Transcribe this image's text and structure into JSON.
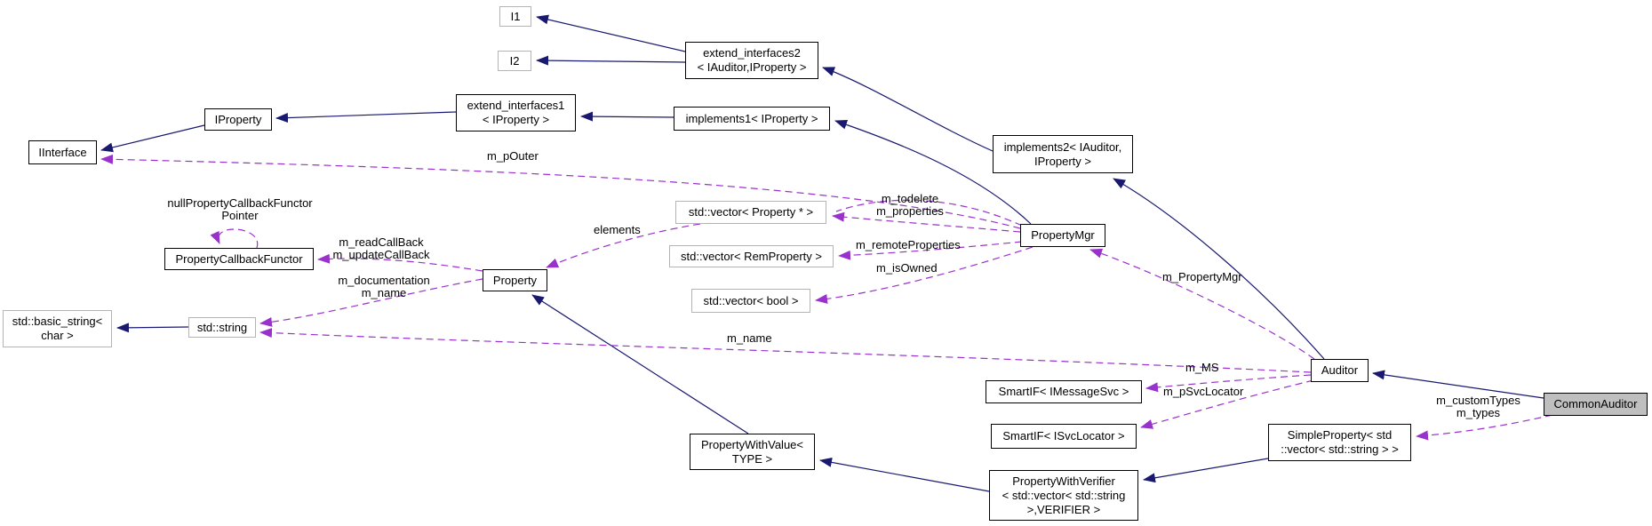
{
  "diagram": {
    "type": "doxygen-collaboration-graph",
    "focus_class": "CommonAuditor",
    "colors": {
      "inheritance_edge": "#191970",
      "usage_edge": "#9932cc",
      "node_border": "#000000",
      "external_node_border": "#b4b4b4",
      "highlight_fill": "#bfbfbf",
      "background": "#ffffff"
    },
    "nodes": {
      "i1": {
        "label": "I1"
      },
      "i2": {
        "label": "I2"
      },
      "iproperty": {
        "label": "IProperty"
      },
      "iinterface": {
        "label": "IInterface"
      },
      "extend_interfaces1": {
        "label": "extend_interfaces1\n< IProperty >"
      },
      "implements1": {
        "label": "implements1< IProperty >"
      },
      "extend_interfaces2": {
        "label": "extend_interfaces2\n< IAuditor,IProperty >"
      },
      "implements2": {
        "label": "implements2< IAuditor,\nIProperty >"
      },
      "property_mgr": {
        "label": "PropertyMgr"
      },
      "vector_property": {
        "label": "std::vector< Property * >"
      },
      "vector_remproperty": {
        "label": "std::vector< RemProperty >"
      },
      "vector_bool": {
        "label": "std::vector< bool >"
      },
      "property": {
        "label": "Property"
      },
      "property_callback_functor": {
        "label": "PropertyCallbackFunctor"
      },
      "std_string": {
        "label": "std::string"
      },
      "std_basic_string": {
        "label": "std::basic_string<\nchar >"
      },
      "auditor": {
        "label": "Auditor"
      },
      "common_auditor": {
        "label": "CommonAuditor"
      },
      "smartif_imessagesvc": {
        "label": "SmartIF< IMessageSvc >"
      },
      "smartif_isvclocator": {
        "label": "SmartIF< ISvcLocator >"
      },
      "simple_property": {
        "label": "SimpleProperty< std\n::vector< std::string > >"
      },
      "property_with_value": {
        "label": "PropertyWithValue<\nTYPE >"
      },
      "property_with_verifier": {
        "label": "PropertyWithVerifier\n< std::vector< std::string\n>,VERIFIER >"
      }
    },
    "edge_labels": {
      "m_pouter": "m_pOuter",
      "m_todelete_m_properties": "m_todelete\nm_properties",
      "m_remoteproperties": "m_remoteProperties",
      "m_isowned": "m_isOwned",
      "elements": "elements",
      "m_readcallback_m_updatecallback": "m_readCallBack\nm_updateCallBack",
      "m_documentation_m_name": "m_documentation\nm_name",
      "m_name": "m_name",
      "m_propertymgr": "m_PropertyMgr",
      "m_ms": "m_MS",
      "m_psvclocator": "m_pSvcLocator",
      "m_customtypes_m_types": "m_customTypes\nm_types",
      "null_functor_pointer": "nullPropertyCallbackFunctor\nPointer"
    },
    "edges": [
      {
        "from": "extend_interfaces2",
        "to": "i1",
        "style": "inheritance"
      },
      {
        "from": "extend_interfaces2",
        "to": "i2",
        "style": "inheritance"
      },
      {
        "from": "extend_interfaces1",
        "to": "iproperty",
        "style": "inheritance"
      },
      {
        "from": "iproperty",
        "to": "iinterface",
        "style": "inheritance"
      },
      {
        "from": "implements1",
        "to": "extend_interfaces1",
        "style": "inheritance"
      },
      {
        "from": "implements2",
        "to": "extend_interfaces2",
        "style": "inheritance"
      },
      {
        "from": "property_mgr",
        "to": "implements1",
        "style": "inheritance"
      },
      {
        "from": "auditor",
        "to": "implements2",
        "style": "inheritance"
      },
      {
        "from": "common_auditor",
        "to": "auditor",
        "style": "inheritance"
      },
      {
        "from": "simple_property",
        "to": "property_with_verifier",
        "style": "inheritance"
      },
      {
        "from": "property_with_verifier",
        "to": "property_with_value",
        "style": "inheritance"
      },
      {
        "from": "property_with_value",
        "to": "property",
        "style": "inheritance"
      },
      {
        "from": "std_string",
        "to": "std_basic_string",
        "style": "inheritance"
      },
      {
        "from": "property_mgr",
        "to": "iinterface",
        "style": "usage",
        "label": "m_pOuter"
      },
      {
        "from": "property_mgr",
        "to": "vector_property",
        "style": "usage",
        "label": "m_todelete\nm_properties"
      },
      {
        "from": "property_mgr",
        "to": "vector_remproperty",
        "style": "usage",
        "label": "m_remoteProperties"
      },
      {
        "from": "property_mgr",
        "to": "vector_bool",
        "style": "usage",
        "label": "m_isOwned"
      },
      {
        "from": "vector_property",
        "to": "property",
        "style": "usage",
        "label": "elements"
      },
      {
        "from": "property",
        "to": "property_callback_functor",
        "style": "usage",
        "label": "m_readCallBack\nm_updateCallBack"
      },
      {
        "from": "property",
        "to": "std_string",
        "style": "usage",
        "label": "m_documentation\nm_name"
      },
      {
        "from": "auditor",
        "to": "std_string",
        "style": "usage",
        "label": "m_name"
      },
      {
        "from": "auditor",
        "to": "property_mgr",
        "style": "usage",
        "label": "m_PropertyMgr"
      },
      {
        "from": "auditor",
        "to": "smartif_imessagesvc",
        "style": "usage",
        "label": "m_MS"
      },
      {
        "from": "auditor",
        "to": "smartif_isvclocator",
        "style": "usage",
        "label": "m_pSvcLocator"
      },
      {
        "from": "common_auditor",
        "to": "simple_property",
        "style": "usage",
        "label": "m_customTypes\nm_types"
      },
      {
        "from": "property_callback_functor",
        "to": "property_callback_functor",
        "style": "usage",
        "label": "nullPropertyCallbackFunctor\nPointer"
      }
    ]
  }
}
